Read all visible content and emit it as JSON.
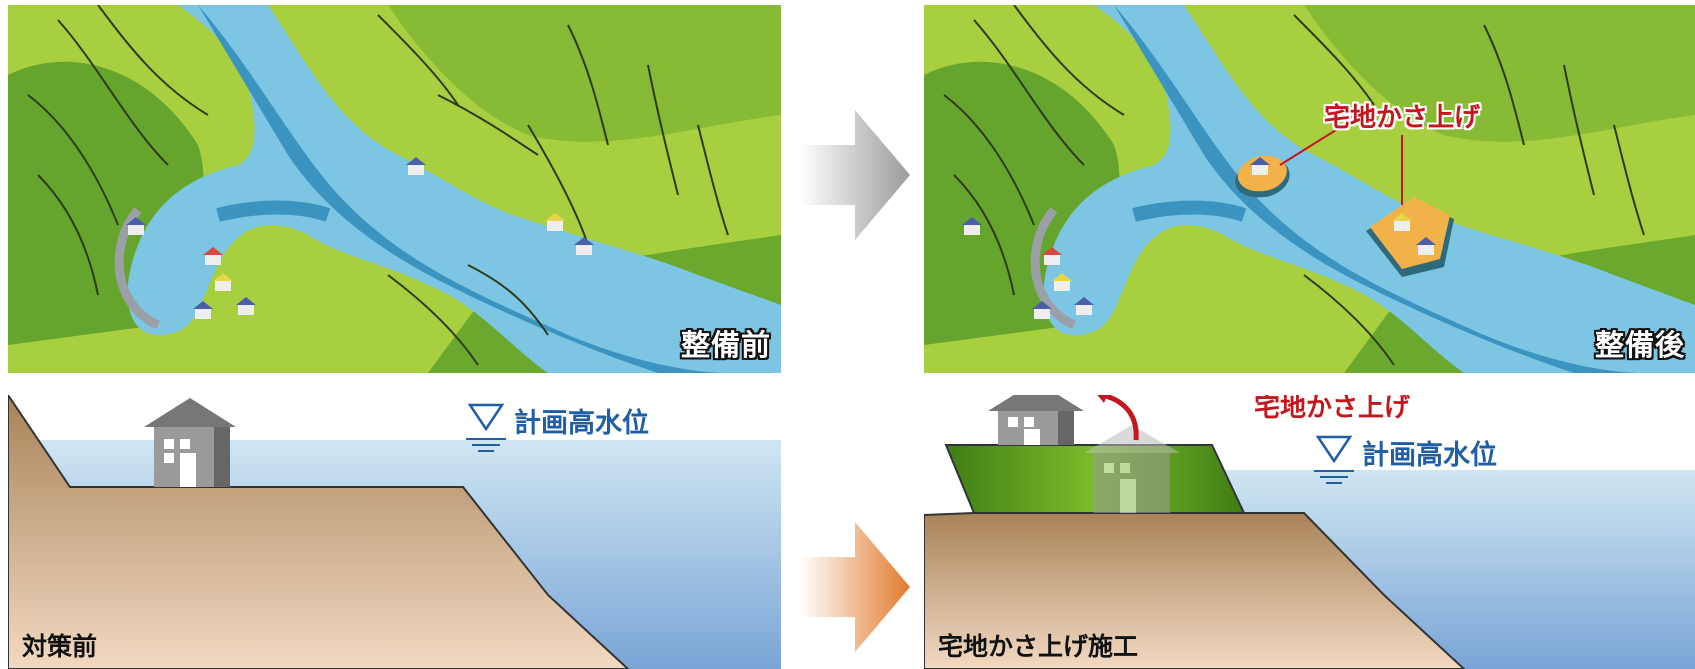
{
  "maps": {
    "before": {
      "badge": "整備前"
    },
    "after": {
      "badge": "整備後",
      "callout": "宅地かさ上げ"
    }
  },
  "sections": {
    "before": {
      "caption": "対策前",
      "water_level_label": "計画高水位"
    },
    "after": {
      "caption": "宅地かさ上げ施工",
      "water_level_label": "計画高水位",
      "raise_label": "宅地かさ上げ"
    }
  },
  "colors": {
    "land_green": "#a8cf3f",
    "river_blue": "#5fb1d4",
    "raised_lot": "#f2b24a",
    "embankment": "#4e8f1b",
    "soil": "#b48c62",
    "water": "#bcd9ea",
    "arrow_top": "#9b9b9b",
    "arrow_bottom": "#e27b2d",
    "label_red": "#c3161d",
    "label_blue": "#1f5fa6"
  }
}
